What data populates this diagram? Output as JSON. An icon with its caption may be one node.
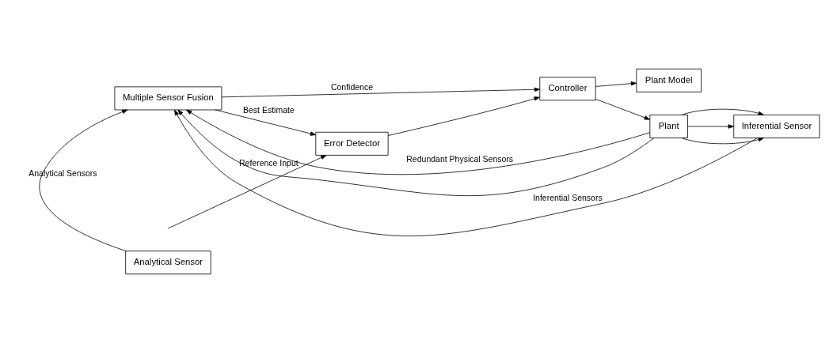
{
  "diagram": {
    "nodes": [
      {
        "text": [
          "Multiple Sensor Fusion"
        ]
      },
      {
        "text": [
          "Error Detector"
        ]
      },
      {
        "text": [
          "Controller"
        ]
      },
      {
        "text": [
          "Plant"
        ]
      },
      {
        "text": [
          "Inferential Sensor"
        ]
      },
      {
        "text": [
          "Plant Model"
        ]
      },
      {
        "text": [
          "Analytical Sensor"
        ]
      }
    ],
    "edges": [
      {
        "from": null,
        "to": 1,
        "arrow": "to",
        "label": "Reference Input"
      },
      {
        "from": 1,
        "to": 2,
        "arrow": "to"
      },
      {
        "from": 2,
        "to": 3,
        "arrow": "to"
      },
      {
        "from": 2,
        "to": 5,
        "arrow": "to"
      },
      {
        "from": 0,
        "to": 1,
        "arrow": "to",
        "label": "Best Estimate"
      },
      {
        "from": 0,
        "to": 2,
        "arrow": "to",
        "label": "Confidence"
      },
      {
        "from": 3,
        "to": 0,
        "arrow": "to",
        "label": "Redundant Physical Sensors"
      },
      {
        "from": 3,
        "to": 0,
        "arrow": "to"
      },
      {
        "from": 3,
        "to": 4,
        "arrow": "to"
      },
      {
        "from": 3,
        "to": 4,
        "arrow": "to"
      },
      {
        "from": 3,
        "to": 4,
        "arrow": "to"
      },
      {
        "from": 4,
        "to": 0,
        "arrow": "to",
        "label": "Inferential Sensors"
      },
      {
        "from": 6,
        "to": 0,
        "arrow": "to",
        "label": "Analytical Sensors"
      }
    ]
  }
}
